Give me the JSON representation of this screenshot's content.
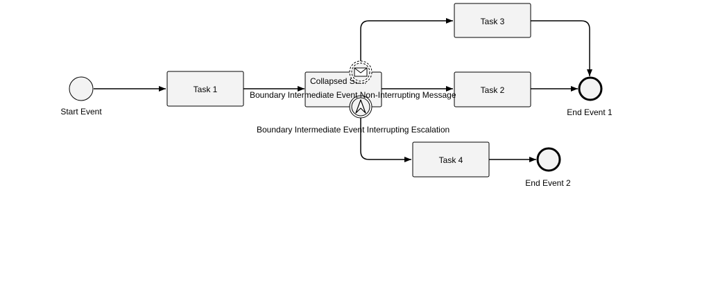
{
  "diagram": {
    "start_event": {
      "label": "Start Event"
    },
    "tasks": {
      "task1": "Task 1",
      "task2": "Task 2",
      "task3": "Task 3",
      "task4": "Task 4",
      "collapsed": "Collapsed Su..."
    },
    "boundary_events": {
      "message": {
        "label": "Boundary Intermediate Event Non-Interrupting Message",
        "type": "message",
        "icon": "envelope-icon"
      },
      "escalation": {
        "label": "Boundary Intermediate Event Interrupting Escalation",
        "type": "escalation",
        "icon": "escalation-icon"
      }
    },
    "end_events": {
      "end1": "End Event 1",
      "end2": "End Event 2"
    }
  }
}
